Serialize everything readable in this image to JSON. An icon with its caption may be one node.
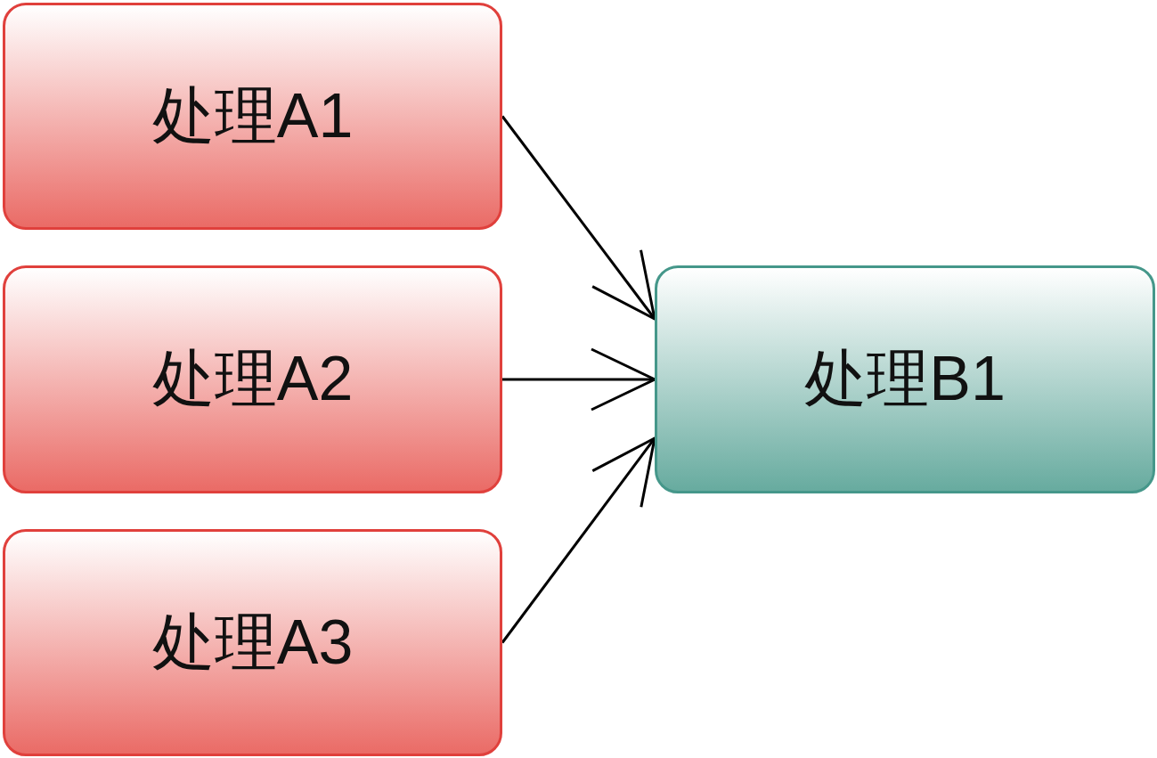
{
  "diagram": {
    "nodes": [
      {
        "text": [
          "处理A1"
        ]
      },
      {
        "text": [
          "处理A2"
        ]
      },
      {
        "text": [
          "处理A3"
        ]
      },
      {
        "text": [
          "处理B1"
        ]
      }
    ],
    "edges": [
      {
        "from": 0,
        "to": 3,
        "arrow": "to"
      },
      {
        "from": 1,
        "to": 3,
        "arrow": "to"
      },
      {
        "from": 2,
        "to": 3,
        "arrow": "to"
      }
    ]
  }
}
